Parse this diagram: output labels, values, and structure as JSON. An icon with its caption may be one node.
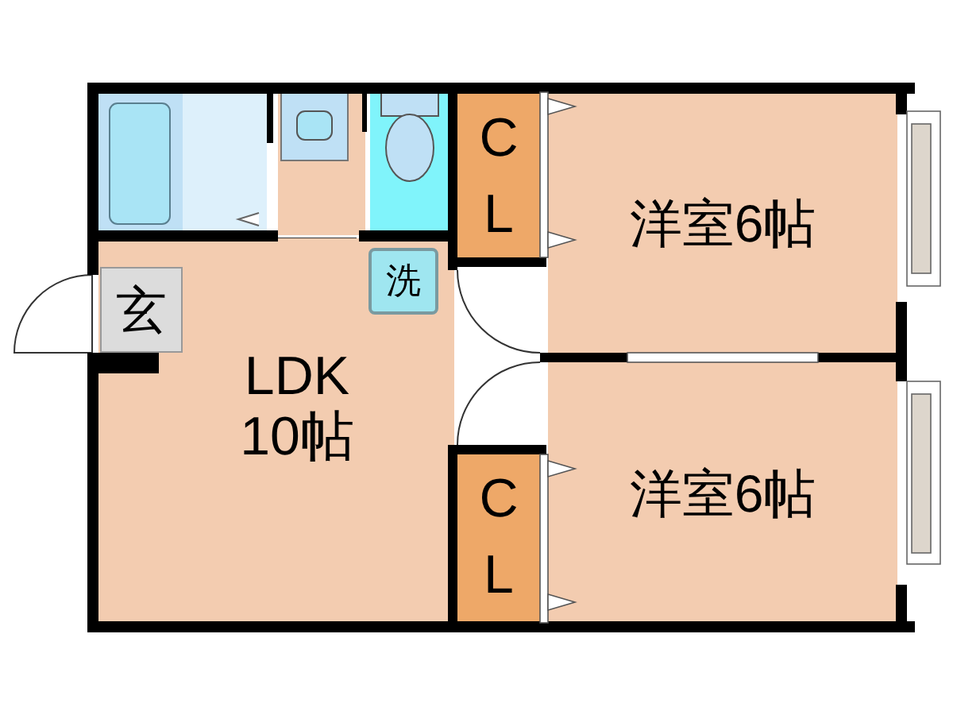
{
  "diagram": {
    "nodes": [
      {
        "text": [
          "LDK 10帖"
        ]
      },
      {
        "text": [
          "玄"
        ],
        "in": 0
      },
      {
        "text": [
          "洗"
        ],
        "in": 0
      },
      {
        "text": [
          "CL"
        ]
      },
      {
        "text": [
          "洋室6帖"
        ]
      },
      {
        "text": [
          "CL"
        ]
      },
      {
        "text": [
          "洋室6帖"
        ]
      }
    ]
  }
}
